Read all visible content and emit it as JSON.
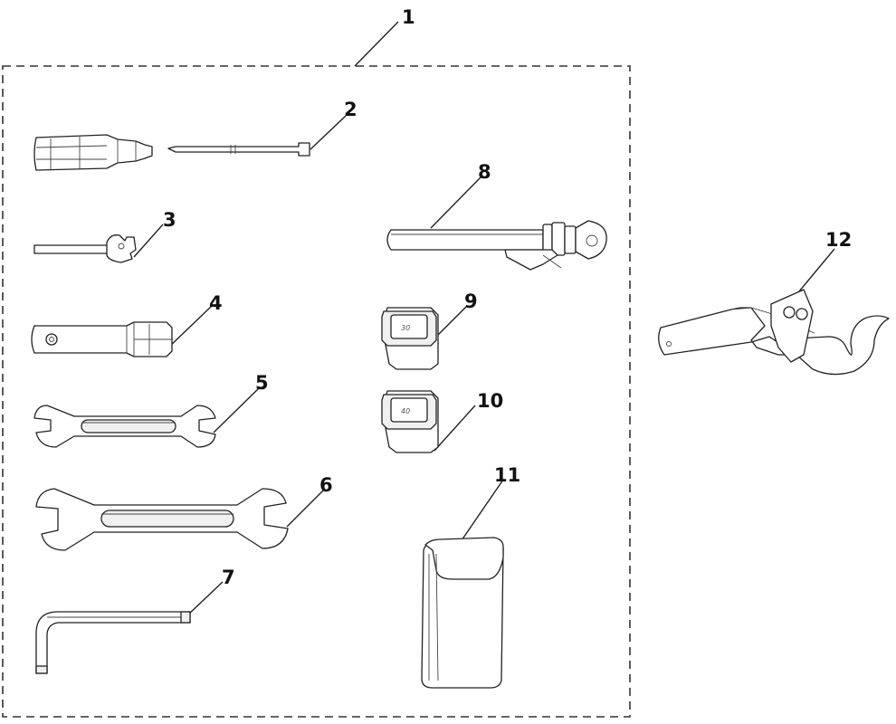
{
  "callouts": {
    "kit": "1",
    "screwdriver": "2",
    "pin_spanner": "3",
    "box_spanner": "4",
    "small_wrench": "5",
    "large_wrench": "6",
    "hex_key": "7",
    "tire_pressure_gauge": "8",
    "socket_30": "9",
    "socket_40": "10",
    "tool_pouch": "11",
    "hook_spanner": "12"
  },
  "socket_markings": {
    "socket_30": "30",
    "socket_40": "40"
  },
  "colors": {
    "line": "#222222",
    "background": "#ffffff"
  }
}
